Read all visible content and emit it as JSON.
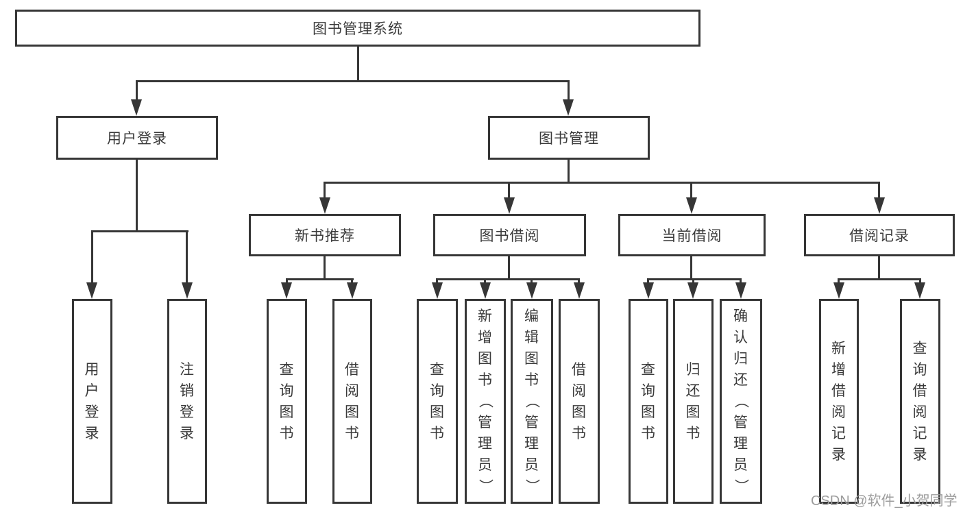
{
  "tree": {
    "label": "图书管理系统",
    "children": [
      {
        "label": "用户登录",
        "children": [
          {
            "label": "用户登录"
          },
          {
            "label": "注销登录"
          }
        ]
      },
      {
        "label": "图书管理",
        "children": [
          {
            "label": "新书推荐",
            "children": [
              {
                "label": "查询图书"
              },
              {
                "label": "借阅图书"
              }
            ]
          },
          {
            "label": "图书借阅",
            "children": [
              {
                "label": "查询图书"
              },
              {
                "label": "新增图书（管理员）"
              },
              {
                "label": "编辑图书（管理员）"
              },
              {
                "label": "借阅图书"
              }
            ]
          },
          {
            "label": "当前借阅",
            "children": [
              {
                "label": "查询图书"
              },
              {
                "label": "归还图书"
              },
              {
                "label": "确认归还（管理员）"
              }
            ]
          },
          {
            "label": "借阅记录",
            "children": [
              {
                "label": "新增借阅记录"
              },
              {
                "label": "查询借阅记录"
              }
            ]
          }
        ]
      }
    ]
  },
  "watermark": {
    "text": "CSDN @软件_小贺同学"
  },
  "colors": {
    "line": "#363636",
    "text": "#3a3a3a",
    "watermark": "#9c9c9c",
    "background": "#ffffff"
  }
}
